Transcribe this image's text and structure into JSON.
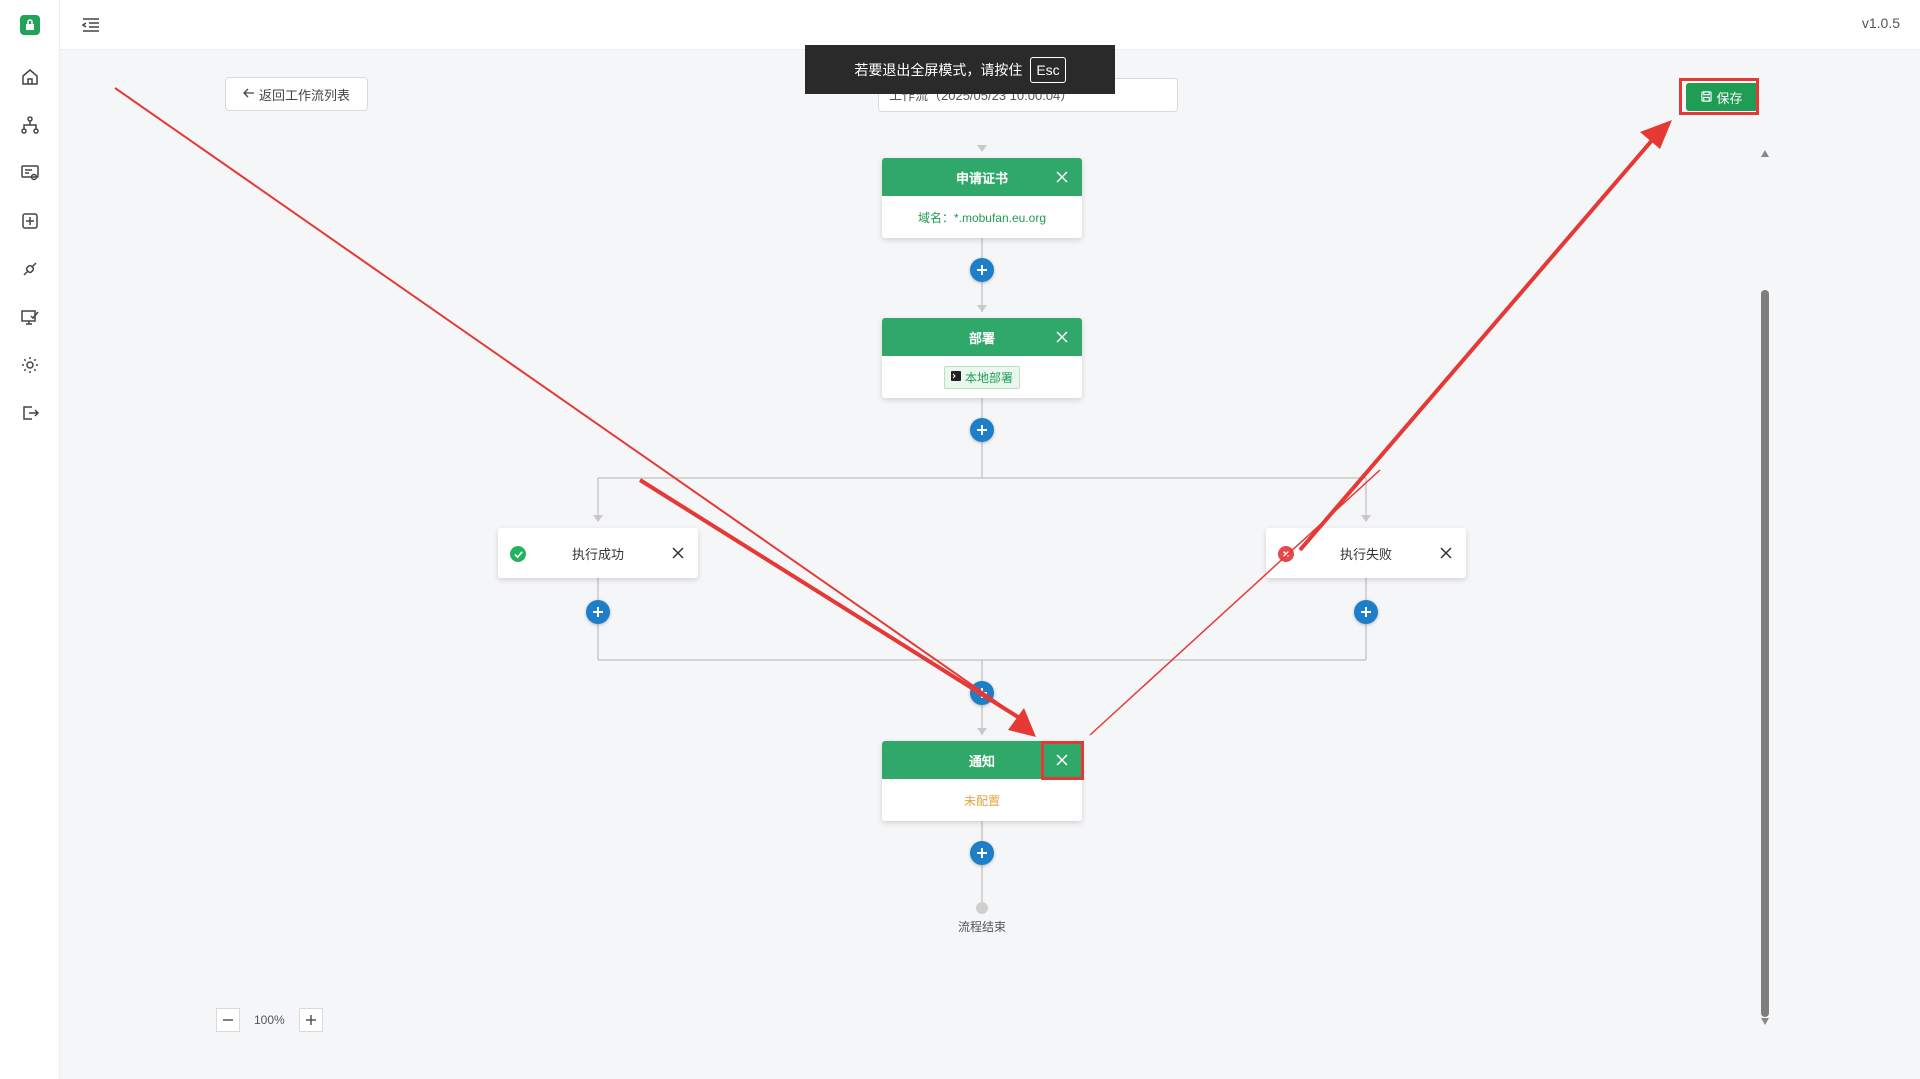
{
  "header": {
    "version": "v1.0.5"
  },
  "sidebar": {
    "items": [
      {
        "icon": "home-icon"
      },
      {
        "icon": "workflow-icon"
      },
      {
        "icon": "certificate-icon"
      },
      {
        "icon": "add-square-icon"
      },
      {
        "icon": "plugin-icon"
      },
      {
        "icon": "monitor-icon"
      },
      {
        "icon": "settings-icon"
      },
      {
        "icon": "logout-icon"
      }
    ]
  },
  "toolbar": {
    "back_label": "返回工作流列表",
    "workflow_name": "工作流（2025/05/23 10:00:04）",
    "save_label": "保存"
  },
  "toast": {
    "message": "若要退出全屏模式，请按住",
    "key": "Esc"
  },
  "nodes": {
    "apply": {
      "title": "申请证书",
      "body": "域名：*.mobufan.eu.org"
    },
    "deploy": {
      "title": "部署",
      "tag": "本地部署"
    },
    "success": {
      "label": "执行成功"
    },
    "failure": {
      "label": "执行失败"
    },
    "notify": {
      "title": "通知",
      "status": "未配置"
    },
    "end_label": "流程结束"
  },
  "zoom": {
    "level": "100%"
  },
  "colors": {
    "node_header": "#2fa86a",
    "add_button": "#1e7ec8",
    "highlight": "#e53935",
    "status_success": "#1f9d55",
    "status_error": "#e5484d",
    "unconfigured": "#e6a23c"
  }
}
